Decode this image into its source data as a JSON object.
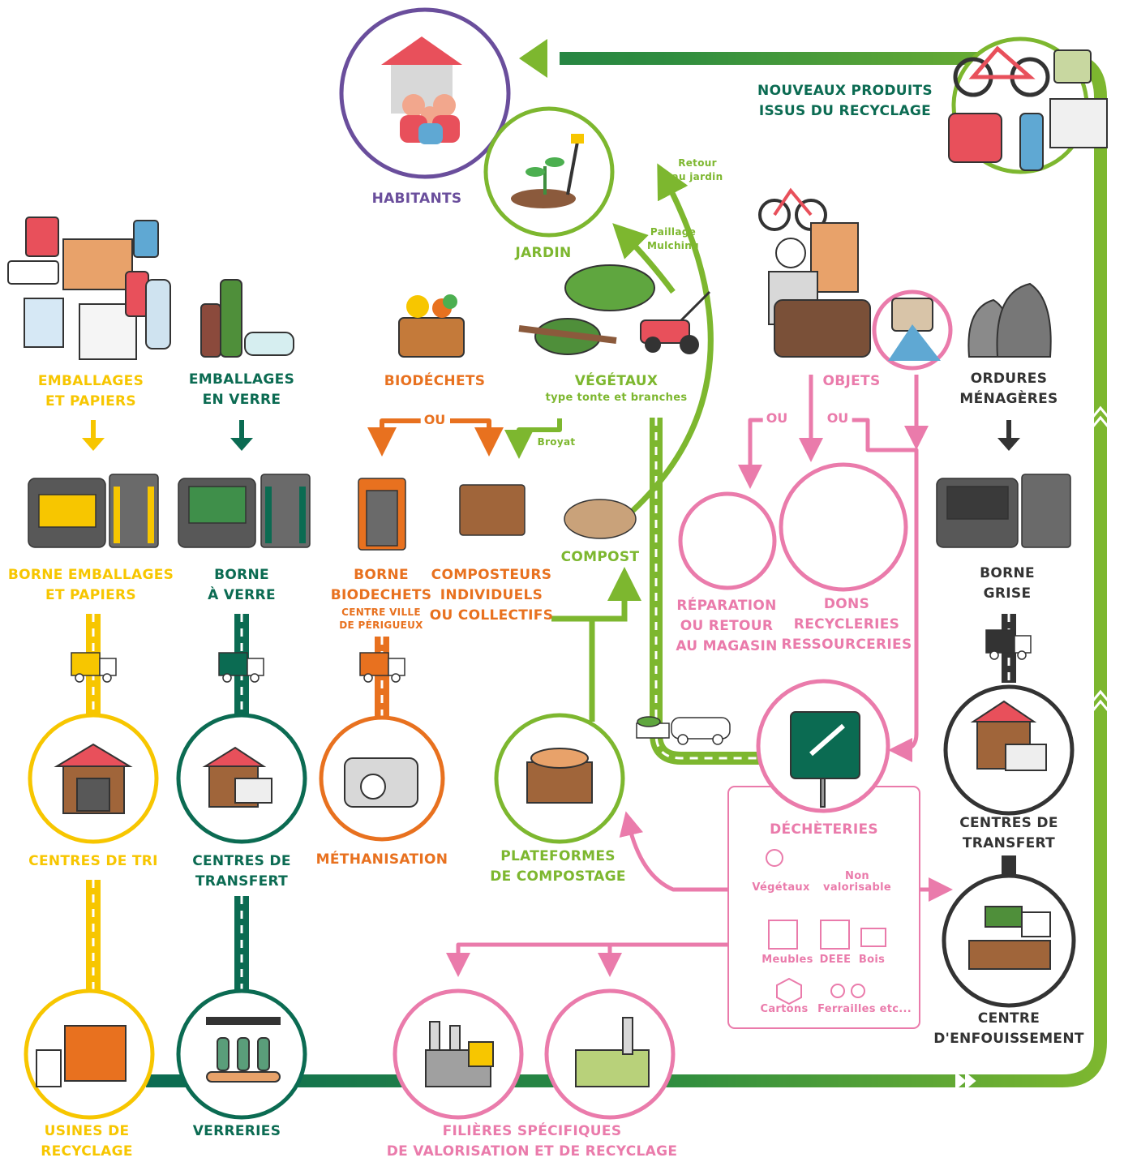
{
  "colors": {
    "yellow": "#f7c600",
    "green": "#0b6b52",
    "orange": "#e8711f",
    "lime": "#7db72f",
    "purple": "#6a4e9c",
    "pink": "#ea7bab",
    "dark": "#333333"
  },
  "top": {
    "habitants": "HABITANTS",
    "jardin": "JARDIN",
    "retour_jardin": [
      "Retour",
      "au jardin"
    ],
    "paillage": [
      "Paillage",
      "Mulching"
    ],
    "nouveaux_produits": [
      "NOUVEAUX PRODUITS",
      "ISSUS DU RECYCLAGE"
    ]
  },
  "waste_types": {
    "emballages": [
      "EMBALLAGES",
      "ET PAPIERS"
    ],
    "verre": [
      "EMBALLAGES",
      "EN VERRE"
    ],
    "biodechets": "BIODÉCHETS",
    "vegetaux": "VÉGÉTAUX",
    "vegetaux_sub": "type tonte et branches",
    "objets": "OBJETS",
    "ordures": [
      "ORDURES",
      "MÉNAGÈRES"
    ]
  },
  "connectors": {
    "ou1": "OU",
    "ou2": "OU",
    "ou3": "OU",
    "broyat": "Broyat"
  },
  "collection": {
    "borne_emballages": [
      "BORNE EMBALLAGES",
      "ET PAPIERS"
    ],
    "borne_verre": [
      "BORNE",
      "À VERRE"
    ],
    "borne_biodechets": [
      "BORNE",
      "BIODECHETS"
    ],
    "borne_biodechets_sub": [
      "CENTRE VILLE",
      "DE PÉRIGUEUX"
    ],
    "composteurs": [
      "COMPOSTEURS",
      "INDIVIDUELS",
      "OU COLLECTIFS"
    ],
    "compost": "COMPOST",
    "reparation": [
      "RÉPARATION",
      "OU RETOUR",
      "AU MAGASIN"
    ],
    "dons": [
      "DONS",
      "RECYCLERIES",
      "RESSOURCERIES"
    ],
    "borne_grise": [
      "BORNE",
      "GRISE"
    ]
  },
  "processing": {
    "centres_tri": "CENTRES DE TRI",
    "centres_transfert_verre": [
      "CENTRES DE",
      "TRANSFERT"
    ],
    "methanisation": "MÉTHANISATION",
    "plateformes": [
      "PLATEFORMES",
      "DE COMPOSTAGE"
    ],
    "decheteries": "DÉCHÈTERIES",
    "dech_vegetaux": "Végétaux",
    "dech_non_valorisable": [
      "Non",
      "valorisable"
    ],
    "dech_items": [
      "Meubles",
      "DEEE",
      "Bois",
      "Cartons",
      "Ferrailles etc..."
    ],
    "centres_transfert_om": [
      "CENTRES DE",
      "TRANSFERT"
    ],
    "centre_enfouissement": [
      "CENTRE",
      "D'ENFOUISSEMENT"
    ]
  },
  "bottom": {
    "usines": [
      "USINES DE",
      "RECYCLAGE"
    ],
    "verreries": "VERRERIES",
    "filieres": [
      "FILIÈRES SPÉCIFIQUES",
      "DE VALORISATION ET DE RECYCLAGE"
    ]
  }
}
